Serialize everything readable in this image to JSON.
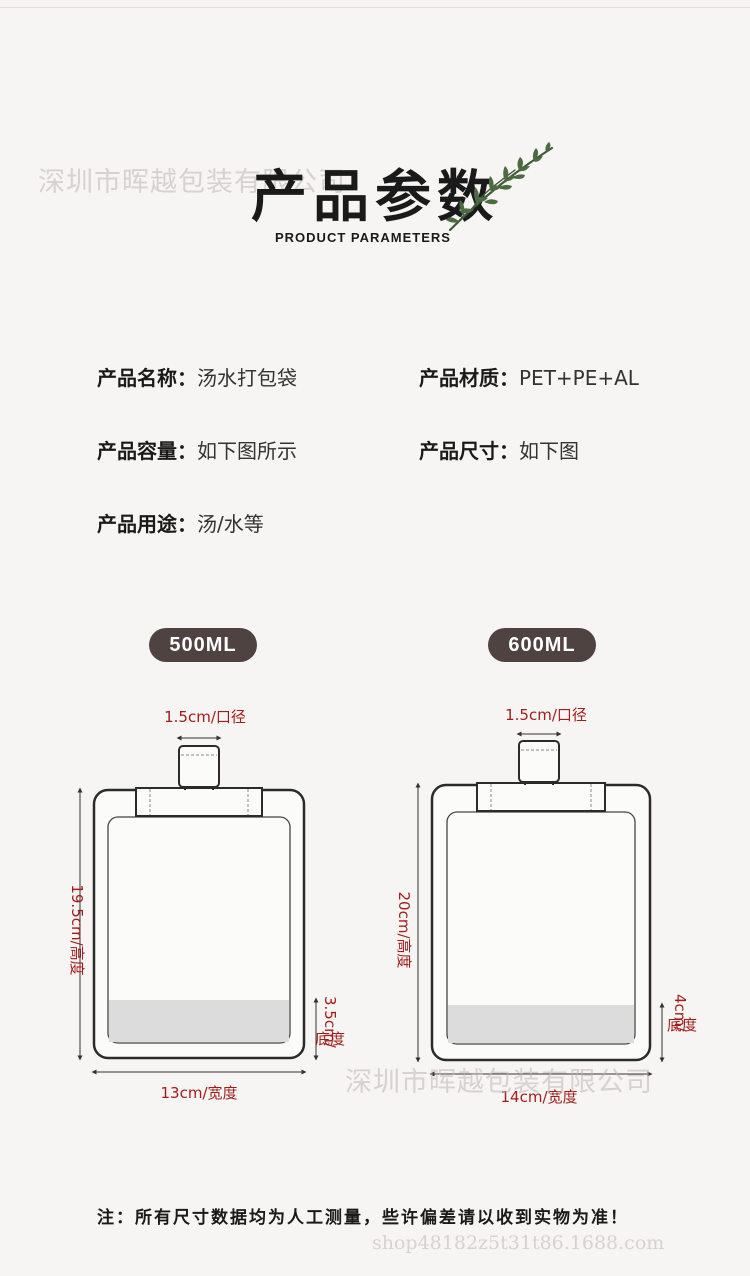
{
  "watermark": {
    "top": "深圳市晖越包装有限公司",
    "bottom": "深圳市晖越包装有限公司",
    "shop": "shop48182z5t31t86.1688.com"
  },
  "header": {
    "title": "产品参数",
    "subtitle": "PRODUCT PARAMETERS"
  },
  "params": [
    {
      "label": "产品名称：",
      "value": "汤水打包袋"
    },
    {
      "label": "产品材质：",
      "value": "PET+PE+AL"
    },
    {
      "label": "产品容量：",
      "value": "如下图所示"
    },
    {
      "label": "产品尺寸：",
      "value": "如下图"
    },
    {
      "label": "产品用途：",
      "value": "汤/水等"
    }
  ],
  "bags": [
    {
      "capacity": "500ML",
      "spout": "1.5cm/口径",
      "height": "19.5cm/高度",
      "width": "13cm/宽度",
      "bottom_a": "3.5cm/",
      "bottom_b": "底度"
    },
    {
      "capacity": "600ML",
      "spout": "1.5cm/口径",
      "height": "20cm/高度",
      "width": "14cm/宽度",
      "bottom_a": "4cm/",
      "bottom_b": "底度"
    }
  ],
  "footer": {
    "note": "注：所有尺寸数据均为人工测量，些许偏差请以收到实物为准！"
  },
  "colors": {
    "background": "#f7f5f3",
    "pill": "#4e4341",
    "dimension": "#a11d1d"
  },
  "icons": [
    "rosemary-sprig-icon",
    "bag-outline-icon",
    "dimension-arrow-icon"
  ]
}
